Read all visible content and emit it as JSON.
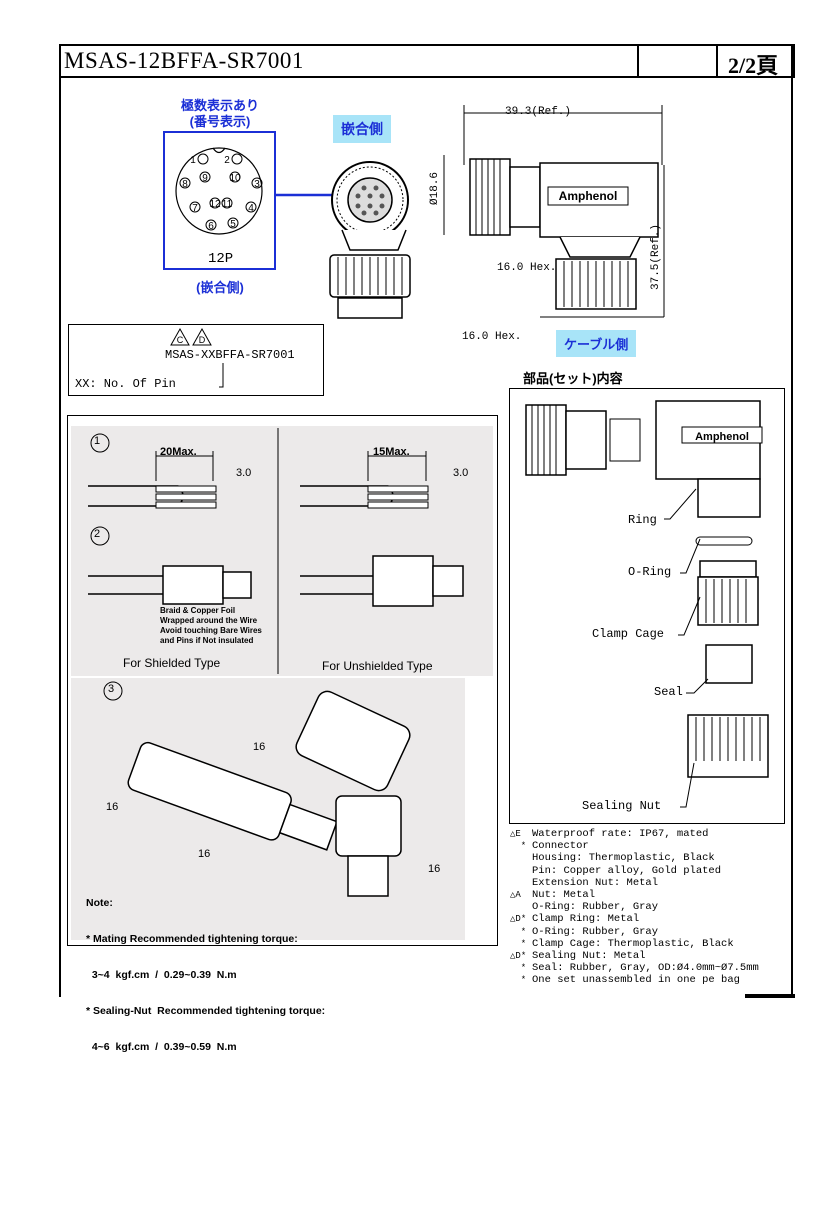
{
  "header": {
    "title": "MSAS-12BFFA-SR7001",
    "page": "2/2頁"
  },
  "pin_diagram": {
    "heading_line1": "極数表示あり",
    "heading_line2": "(番号表示)",
    "pins": [
      "1",
      "2",
      "3",
      "4",
      "5",
      "6",
      "7",
      "8",
      "9",
      "10",
      "11",
      "12"
    ],
    "pin_count": "12P",
    "caption": "(嵌合側)"
  },
  "mating_side_tag": "嵌合側",
  "cable_side_tag": "ケーブル側",
  "dimensions": {
    "length": "39.3(Ref.)",
    "diameter": "Ø18.6",
    "height": "37.5(Ref.)",
    "hex1": "16.0 Hex.",
    "hex2": "16.0 Hex."
  },
  "brand": "Amphenol",
  "part_number_box": {
    "markers": [
      "C",
      "D"
    ],
    "part": "MSAS-XXBFFA-SR7001",
    "legend": "XX: No. Of Pin"
  },
  "parts_section": {
    "title": "部品(セット)内容",
    "labels": [
      "Ring",
      "O-Ring",
      "Clamp Cage",
      "Seal",
      "Sealing Nut"
    ]
  },
  "assembly": {
    "step1": "1",
    "step2": "2",
    "step3": "3",
    "shielded_max": "20Max.",
    "shielded_strip": "3.0",
    "unshielded_max": "15Max.",
    "unshielded_strip": "3.0",
    "braid_note": [
      "Braid & Copper Foil",
      "Wrapped around the Wire",
      "Avoid touching Bare Wires",
      "and Pins if Not insulated"
    ],
    "shielded_caption": "For Shielded Type",
    "unshielded_caption": "For Unshielded Type",
    "wrench_label": "16",
    "note_title": "Note:",
    "note_lines": [
      "* Mating Recommended tightening torque:",
      "  3~4  kgf.cm  /  0.29~0.39  N.m",
      "* Sealing-Nut  Recommended tightening torque:",
      "  4~6  kgf.cm  /  0.39~0.59  N.m"
    ]
  },
  "spec_notes": [
    {
      "mark": "E",
      "text": "Waterproof rate: IP67, mated"
    },
    {
      "mark": "*",
      "text": "Connector"
    },
    {
      "mark": "",
      "text": "Housing: Thermoplastic, Black"
    },
    {
      "mark": "",
      "text": "Pin: Copper alloy, Gold plated"
    },
    {
      "mark": "",
      "text": "Extension Nut: Metal"
    },
    {
      "mark": "A",
      "text": "Nut: Metal"
    },
    {
      "mark": "",
      "text": "O-Ring: Rubber, Gray"
    },
    {
      "mark": "D*",
      "text": "Clamp Ring: Metal"
    },
    {
      "mark": "*",
      "text": "O-Ring: Rubber, Gray"
    },
    {
      "mark": "*",
      "text": "Clamp Cage: Thermoplastic, Black"
    },
    {
      "mark": "D*",
      "text": "Sealing Nut: Metal"
    },
    {
      "mark": "*",
      "text": "Seal: Rubber, Gray, OD:Ø4.0mm~Ø7.5mm"
    },
    {
      "mark": "*",
      "text": "One set unassembled in one pe bag"
    }
  ]
}
